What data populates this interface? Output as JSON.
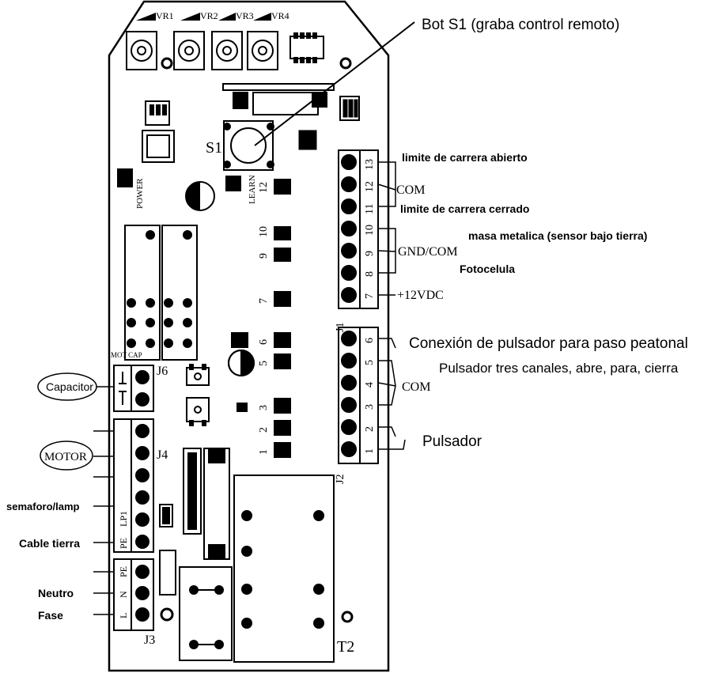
{
  "annotations": {
    "s1_button": "Bot S1 (graba control remoto)",
    "limit_open": "limite de carrera abierto",
    "com_upper": "COM",
    "limit_closed": "limite de carrera cerrado",
    "metal_mass": "masa metalica (sensor bajo tierra)",
    "gnd_com": "GND/COM",
    "photocell": "Fotocelula",
    "plus12": "+12VDC",
    "pedestrian": "Conexión de pulsador para paso peatonal",
    "three_channel": "Pulsador tres canales, abre, para, cierra",
    "com_lower": "COM",
    "pulsador": "Pulsador",
    "capacitor": "Capacitor",
    "motor": "MOTOR",
    "semaforo": "semaforo/lamp",
    "cable_tierra": "Cable tierra",
    "neutro": "Neutro",
    "fase": "Fase"
  },
  "board": {
    "vr1": "VR1",
    "vr2": "VR2",
    "vr3": "VR3",
    "vr4": "VR4",
    "s1": "S1",
    "power": "POWER",
    "learn": "LEARN",
    "j1": "J1",
    "j2": "J2",
    "j3": "J3",
    "j4": "J4",
    "j6": "J6",
    "t2": "T2",
    "j1_pins": [
      "13",
      "12",
      "11",
      "10",
      "9",
      "8",
      "7"
    ],
    "j2_pins": [
      "6",
      "5",
      "4",
      "3",
      "2",
      "1"
    ],
    "jumpers_upper": [
      "12",
      "10",
      "9",
      "7"
    ],
    "jumpers_lower": [
      "6",
      "5",
      "3",
      "2",
      "1"
    ],
    "j3_pins": [
      "PE",
      "N",
      "L"
    ],
    "j4_bottom_pins": [
      "LP1",
      "PE"
    ],
    "cap_label": "MOT CAP"
  }
}
